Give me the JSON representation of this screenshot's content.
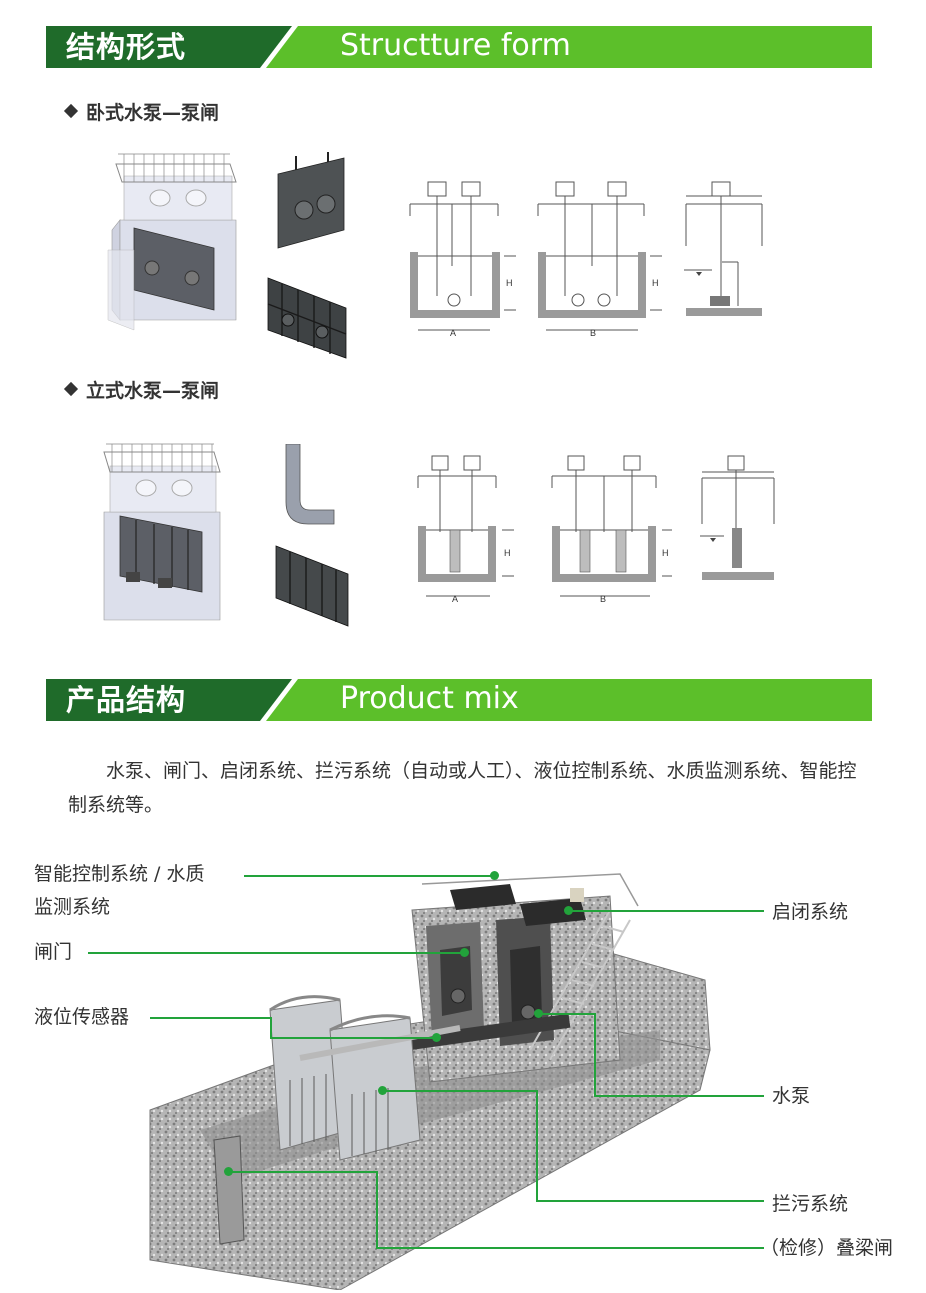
{
  "section1": {
    "title_cn": "结构形式",
    "title_en": "Structture form",
    "colors": {
      "dark": "#1f6b2a",
      "light": "#5cbf2a"
    }
  },
  "horizontal": {
    "heading": "卧式水泵—泵闸",
    "dim_a": "A",
    "dim_b": "B",
    "dim_h": "H"
  },
  "vertical": {
    "heading": "立式水泵—泵闸",
    "dim_a": "A",
    "dim_b": "B",
    "dim_h": "H"
  },
  "section2": {
    "title_cn": "产品结构",
    "title_en": "Product mix"
  },
  "description": "　　水泵、闸门、启闭系统、拦污系统（自动或人工）、液位控制系统、水质监测系统、智能控制系统等。",
  "labels": {
    "control": "智能控制系统 / 水质",
    "control2": "监测系统",
    "gate": "闸门",
    "level": "液位传感器",
    "hoist": "启闭系统",
    "pump": "水泵",
    "trash": "拦污系统",
    "stoplog": "（检修）叠梁闸"
  }
}
